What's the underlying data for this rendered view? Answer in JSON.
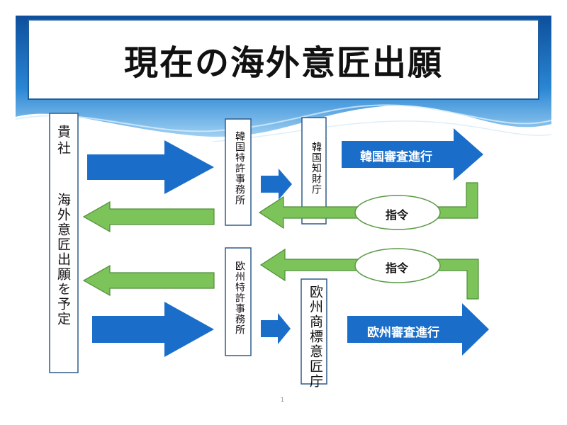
{
  "title": "現在の海外意匠出願",
  "applicant": {
    "line1": "貴社",
    "line2": "海外意匠出願を予定"
  },
  "korea": {
    "agent": "韓国特許事務所",
    "office": "韓国知財庁",
    "examination": "韓国審査進行",
    "instruction": "指令"
  },
  "europe": {
    "agent": "欧州特許事務所",
    "office": "欧州商標意匠庁",
    "examination": "欧州審査進行",
    "instruction": "指令"
  },
  "page_number": "1",
  "colors": {
    "header_blue": "#1f6fbe",
    "arrow_blue": "#1a6ec9",
    "arrow_green": "#7cc35a",
    "arrow_green_stroke": "#4f8f38",
    "box_border": "#2e5b8a",
    "ellipse_border": "#5a9a45"
  }
}
